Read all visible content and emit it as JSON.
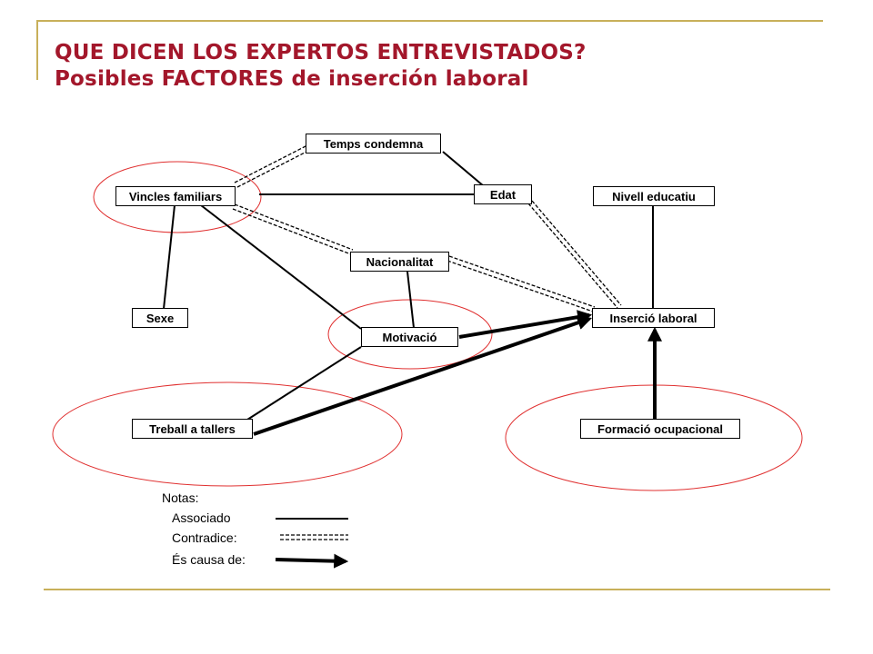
{
  "slide": {
    "title_line1": "QUE DICEN LOS EXPERTOS ENTREVISTADOS?",
    "title_line2": "Posibles FACTORES de inserción laboral"
  },
  "nodes": {
    "temps_condemna": "Temps condemna",
    "vincles_familiars": "Vincles familiars",
    "edat": "Edat",
    "nivell_educatiu": "Nivell educatiu",
    "nacionalitat": "Nacionalitat",
    "sexe": "Sexe",
    "motivacio": "Motivació",
    "insercio_laboral": "Inserció laboral",
    "treball_tallers": "Treball a tallers",
    "formacio_ocupacional": "Formació ocupacional"
  },
  "legend": {
    "heading": "Notas:",
    "associated": "Associado",
    "contradicts": "Contradice:",
    "causes": "És causa de:"
  },
  "colors": {
    "title": "#a3172b",
    "rule": "#c8b05a",
    "ellipse": "#e03030",
    "line": "#000000"
  }
}
